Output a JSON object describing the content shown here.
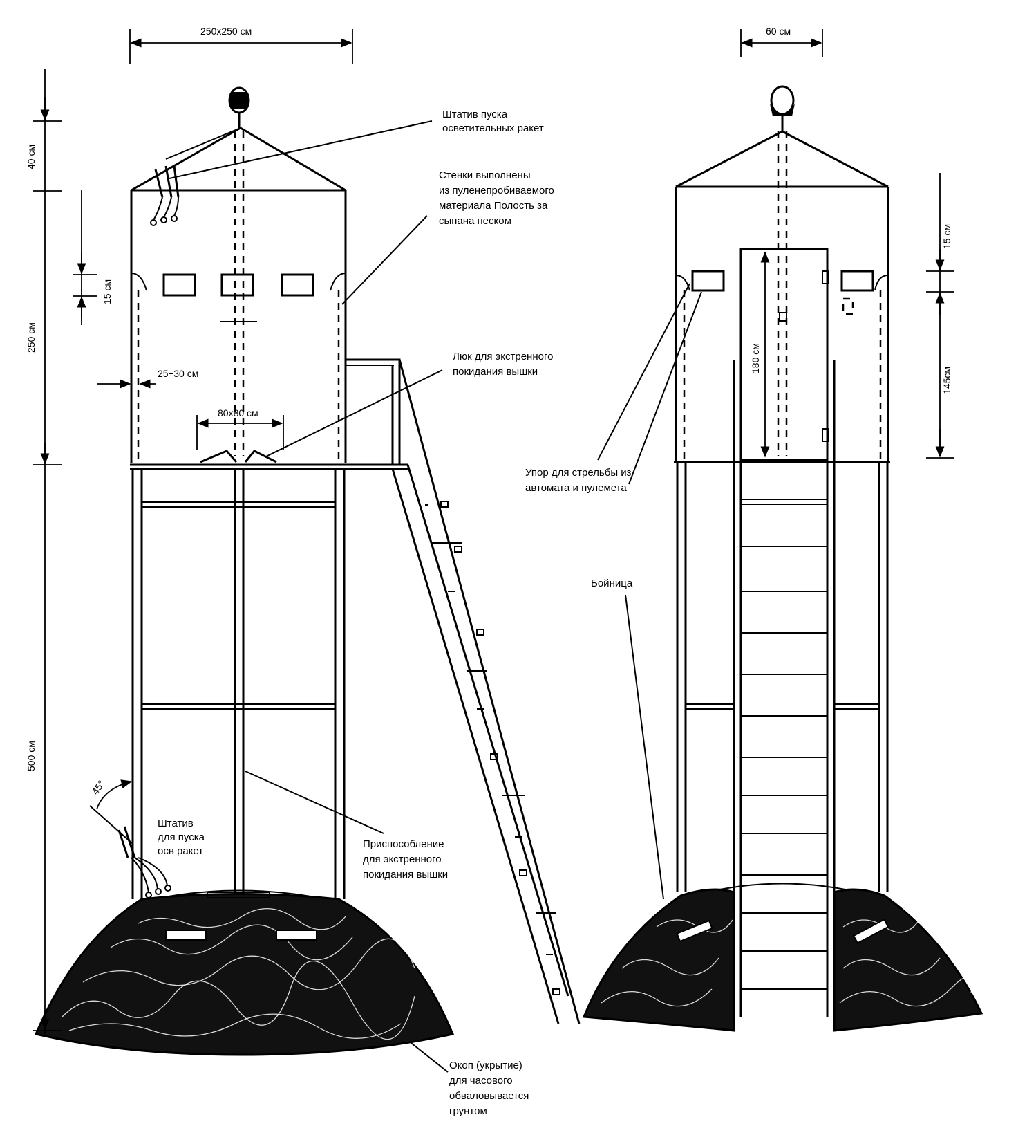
{
  "left_view": {
    "dimensions": {
      "width_top": "250x250 см",
      "roof_height": "40 см",
      "cabin_height": "250 см",
      "loophole_height": "15 см",
      "wall_thickness": "25÷30 см",
      "hatch_size": "80x80 см",
      "support_height": "500 см",
      "angle": "45°"
    },
    "callouts": {
      "flare_mount_top": [
        "Штатив пуска",
        "осветительных ракет"
      ],
      "walls": [
        "Стенки выполнены",
        "из пуленепробиваемого",
        "материала  Полость за",
        "сыпана песком"
      ],
      "hatch": [
        "Люк для экстренного",
        "покидания вышки"
      ],
      "flare_mount_bottom": [
        "Штатив",
        "для пуска",
        "осв  ракет"
      ],
      "escape_device": [
        "Приспособление",
        "для экстренного",
        "покидания вышки"
      ],
      "trench": [
        "Окоп (укрытие)",
        "для часового",
        "обваловывается",
        "грунтом"
      ]
    }
  },
  "right_view": {
    "dimensions": {
      "width_top": "60 см",
      "loophole_height": "15 см",
      "door_height": "180 см",
      "wall_height": "145см"
    },
    "callouts": {
      "firing_rest": [
        "Упор для стрельбы из",
        "автомата и пулемета"
      ],
      "loophole": [
        "Бойница"
      ]
    }
  }
}
